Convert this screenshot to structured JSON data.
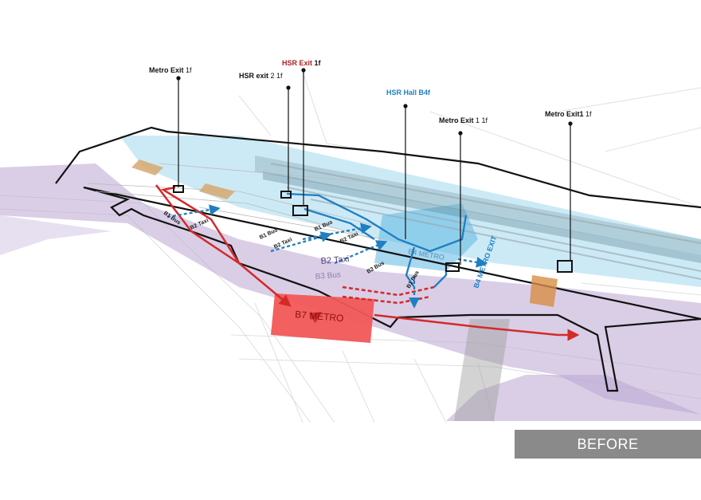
{
  "callouts": [
    {
      "id": "metro-exit-1f-left",
      "name": "Metro Exit",
      "level": "1f",
      "color": "#111111",
      "level_bold": false
    },
    {
      "id": "hsr-exit-2",
      "name": "HSR exit",
      "level": "2 1f",
      "color": "#111111",
      "level_bold": false
    },
    {
      "id": "hsr-exit-1f",
      "name": "HSR Exit",
      "level": "1f",
      "color": "#b01e23",
      "level_bold": true
    },
    {
      "id": "hsr-hall-b4f",
      "name": "HSR Hall B4f",
      "level": "",
      "color": "#1f7fc1",
      "level_bold": false
    },
    {
      "id": "metro-exit-1-1f",
      "name": "Metro Exit",
      "level": "1 1f",
      "color": "#111111",
      "level_bold": false
    },
    {
      "id": "metro-exit1-1f-right",
      "name": "Metro Exit1",
      "level": "1f",
      "color": "#111111",
      "level_bold": false
    }
  ],
  "map_labels": {
    "b1_bus_left": "B1 Bus",
    "b2_taxi_left": "B2 Taxi",
    "b1_bus_mid": "B1 Bus",
    "b2_taxi_mid": "B2 Taxi",
    "b1_bus_center": "B1 Bus",
    "b2_taxi_center": "B2 Taxi",
    "b2_bus": "B2 Bus",
    "b1_bus_right": "B1 Bus",
    "b2_taxi_zone": "B2 Taxi",
    "b3_bus_zone": "B3 Bus",
    "b4_metro": "B4 METRO",
    "b4_metro_exit": "B4 METRO EXIT",
    "b7_metro": "B7 METRO"
  },
  "badge": "BEFORE",
  "colors": {
    "red": "#d42a2a",
    "blue": "#1f7fc1",
    "cyan_zone": "#8fd0ea",
    "purple_zone": "#b9a6d1",
    "metro_box": "#f25757",
    "outline": "#111111",
    "badge_bg": "#8a8a8a"
  }
}
